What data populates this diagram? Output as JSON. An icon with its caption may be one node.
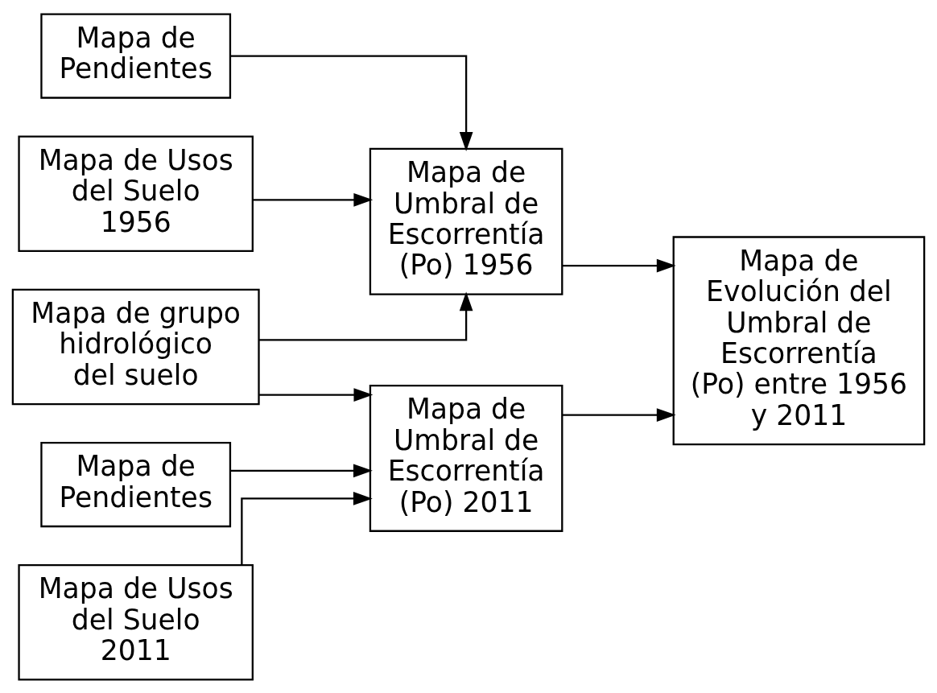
{
  "diagram": {
    "nodes": [
      {
        "text": [
          "Mapa de Pendientes"
        ]
      },
      {
        "text": [
          "Mapa de Usos del Suelo 1956"
        ]
      },
      {
        "text": [
          "Mapa de grupo hidrológico del suelo"
        ]
      },
      {
        "text": [
          "Mapa de Pendientes"
        ]
      },
      {
        "text": [
          "Mapa de Usos del Suelo 2011"
        ]
      },
      {
        "text": [
          "Mapa de Umbral de Escorrentía (Po) 1956"
        ]
      },
      {
        "text": [
          "Mapa de Umbral de Escorrentía (Po) 2011"
        ]
      },
      {
        "text": [
          "Mapa de Evolución del Umbral de Escorrentía (Po) entre 1956 y 2011"
        ]
      }
    ],
    "edges": [
      {
        "from": 0,
        "to": 5,
        "arrow": "to"
      },
      {
        "from": 1,
        "to": 5,
        "arrow": "to"
      },
      {
        "from": 2,
        "to": 5,
        "arrow": "to"
      },
      {
        "from": 2,
        "to": 6,
        "arrow": "to"
      },
      {
        "from": 3,
        "to": 6,
        "arrow": "to"
      },
      {
        "from": 4,
        "to": 6,
        "arrow": "to"
      },
      {
        "from": 5,
        "to": 7,
        "arrow": "to"
      },
      {
        "from": 6,
        "to": 7,
        "arrow": "to"
      }
    ]
  }
}
